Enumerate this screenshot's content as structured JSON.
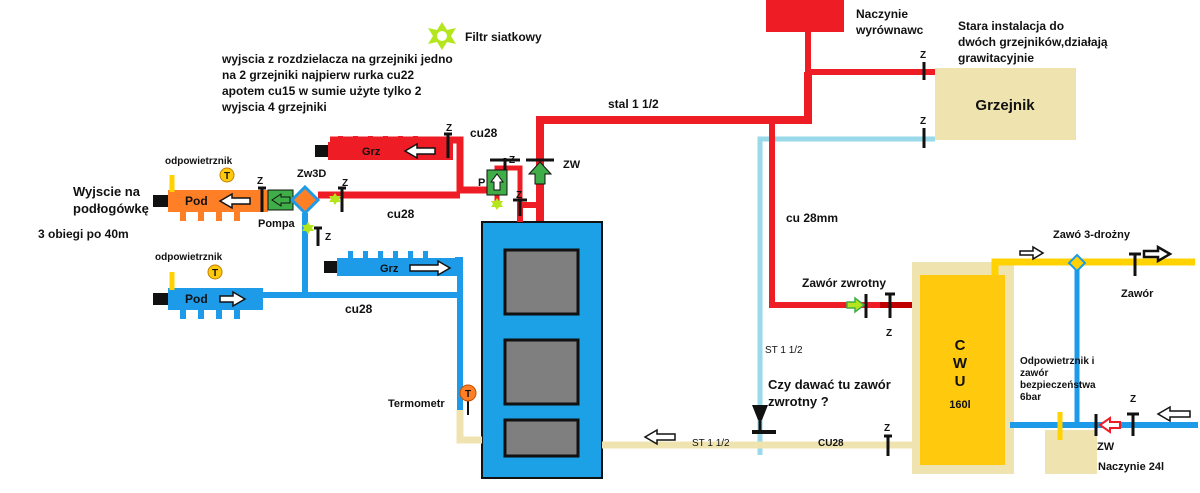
{
  "labels": {
    "naczynie_wyrownawcze": [
      "Naczynie",
      "wyrównawc"
    ],
    "stara_instalacja": [
      "Stara instalacja do",
      "dwóch grzejników,działają",
      "grawitacyjnie"
    ],
    "filtr": "Filtr siatkowy",
    "wyjscia_note": [
      "wyjscia z rozdzielacza na grzejniki jedno",
      "na 2 grzejniki najpierw rurka cu22",
      "apotem cu15 w sumie użyte tylko 2",
      "wyjscia 4 grzejniki"
    ],
    "stal_top": "stal 1 1/2",
    "grzejnik": "Grzejnik",
    "cu28_top": "cu28",
    "grz_red": "Grz",
    "grz_blue": "Grz",
    "pod_orange": "Pod",
    "pod_blue": "Pod",
    "odpow_1": "odpowietrznik",
    "odpow_2": "odpowietrznik",
    "wyjscie": [
      "Wyjscie na",
      "podłogówkę"
    ],
    "obiegi": "3 obiegi po 40m",
    "zw3d": "Zw3D",
    "pompa": "Pompa",
    "cu28_mid": "cu28",
    "cu28_bottom": "cu28",
    "p": "P",
    "zw_boiler": "ZW",
    "cu28mm": "cu 28mm",
    "zawor_zwrotny": "Zawór zwrotny",
    "st_mid": "ST 1 1/2",
    "czy_dawac": [
      "Czy dawać tu zawór",
      "zwrotny ?"
    ],
    "st_bottom": "ST 1 1/2",
    "cu28_cwu": "CU28",
    "termometr": "Termometr",
    "cwu_c": "C",
    "cwu_w": "W",
    "cwu_u": "U",
    "cwu_cap": "160l",
    "zawo_3": "Zawó 3-drożny",
    "zawor": "Zawór",
    "odpow_bezp": [
      "Odpowietrznik i",
      "zawór",
      "bezpieczeństwa",
      "6bar"
    ],
    "zw_cold": "ZW",
    "naczynie_24": "Naczynie 24l",
    "z": "Z",
    "t": "T"
  },
  "colors": {
    "red": "#ee1c24",
    "dark_red": "#c00000",
    "orange": "#ff7f27",
    "blue": "#1e9be8",
    "light_blue": "#99d9ea",
    "beige": "#efe4b0",
    "yellow": "#ffd200",
    "boiler_blue": "#1ca0e6",
    "boiler_window": "#7f7f7f",
    "green": "#3fae49",
    "cwu_yellow": "#ffc90e",
    "filter_green": "#b5e61d"
  },
  "icons": [
    "filter-star-icon",
    "arrow-left-icon",
    "arrow-right-icon",
    "arrow-up-icon",
    "valve-icon",
    "thermometer-icon"
  ]
}
